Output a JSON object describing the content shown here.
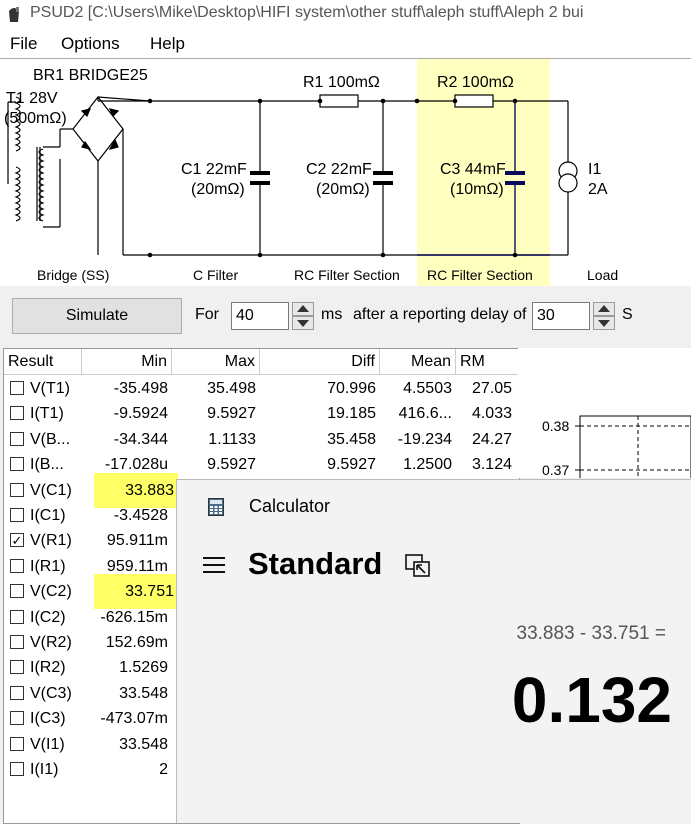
{
  "window": {
    "title": "PSUD2  [C:\\Users\\Mike\\Desktop\\HIFI system\\other stuff\\aleph stuff\\Aleph 2 bui"
  },
  "menu": [
    "File",
    "Options",
    "Help"
  ],
  "schematic": {
    "bridge_label": "BR1 BRIDGE25",
    "transformer_label": "T1 28V",
    "transformer_res": "(500mΩ)",
    "r1": "R1 100mΩ",
    "r2": "R2 100mΩ",
    "c1": "C1 22mF",
    "c1_res": "(20mΩ)",
    "c2": "C2 22mF",
    "c2_res": "(20mΩ)",
    "c3": "C3 44mF",
    "c3_res": "(10mΩ)",
    "load_name": "I1",
    "load_value": "2A",
    "sections": [
      "Bridge (SS)",
      "C Filter",
      "RC Filter Section",
      "RC Filter Section",
      "Load"
    ],
    "highlight_color": "#ffffc0"
  },
  "controls": {
    "simulate_label": "Simulate",
    "for_label": "For",
    "for_value": "40",
    "ms_label": "ms",
    "delay_label": "after a reporting delay of",
    "delay_value": "30",
    "s_label": "S"
  },
  "results": {
    "columns": [
      "Result",
      "Min",
      "Max",
      "Diff",
      "Mean",
      "RM"
    ],
    "rows": [
      {
        "name": "V(T1)",
        "checked": false,
        "min": "-35.498",
        "max": "35.498",
        "diff": "70.996",
        "mean": "4.5503",
        "rms": "27.05"
      },
      {
        "name": "I(T1)",
        "checked": false,
        "min": "-9.5924",
        "max": "9.5927",
        "diff": "19.185",
        "mean": "416.6...",
        "rms": "4.033"
      },
      {
        "name": "V(B...",
        "checked": false,
        "min": "-34.344",
        "max": "1.1133",
        "diff": "35.458",
        "mean": "-19.234",
        "rms": "24.27"
      },
      {
        "name": "I(B...",
        "checked": false,
        "min": "-17.028u",
        "max": "9.5927",
        "diff": "9.5927",
        "mean": "1.2500",
        "rms": "3.124"
      },
      {
        "name": "V(C1)",
        "checked": false,
        "min": "33.883",
        "highlight": true
      },
      {
        "name": "I(C1)",
        "checked": false,
        "min": "-3.4528"
      },
      {
        "name": "V(R1)",
        "checked": true,
        "min": "95.911m"
      },
      {
        "name": "I(R1)",
        "checked": false,
        "min": "959.11m"
      },
      {
        "name": "V(C2)",
        "checked": false,
        "min": "33.751",
        "highlight": true
      },
      {
        "name": "I(C2)",
        "checked": false,
        "min": "-626.15m"
      },
      {
        "name": "V(R2)",
        "checked": false,
        "min": "152.69m"
      },
      {
        "name": "I(R2)",
        "checked": false,
        "min": "1.5269"
      },
      {
        "name": "V(C3)",
        "checked": false,
        "min": "33.548"
      },
      {
        "name": "I(C3)",
        "checked": false,
        "min": "-473.07m"
      },
      {
        "name": "V(I1)",
        "checked": false,
        "min": "33.548"
      },
      {
        "name": "I(I1)",
        "checked": false,
        "min": "2"
      }
    ]
  },
  "graph": {
    "ticks": [
      "0.38",
      "0.37"
    ]
  },
  "calculator": {
    "app_title": "Calculator",
    "mode": "Standard",
    "expression": "33.883 - 33.751 =",
    "display": "0.132"
  },
  "colors": {
    "highlight": "#ffff66",
    "wire": "#000000",
    "wire_blue": "#0a0a5a"
  }
}
